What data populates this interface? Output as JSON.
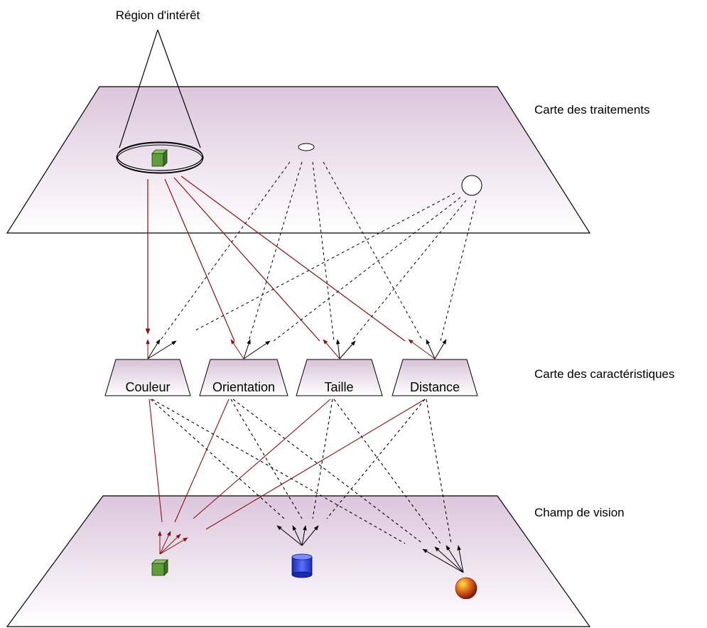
{
  "labels": {
    "region": "Région d'intérêt",
    "processing_map": "Carte des traitements",
    "feature_map": "Carte des caractéristiques",
    "visual_field": "Champ de vision"
  },
  "features": [
    "Couleur",
    "Orientation",
    "Taille",
    "Distance"
  ],
  "colors": {
    "plane_top": "#ddc8dd",
    "plane_bottom": "#ffffff",
    "selected_link": "#8b1010",
    "other_link": "#000000",
    "cube": "#5a9a3a",
    "cylinder": "#2a42e0",
    "sphere": "#c0301a"
  }
}
